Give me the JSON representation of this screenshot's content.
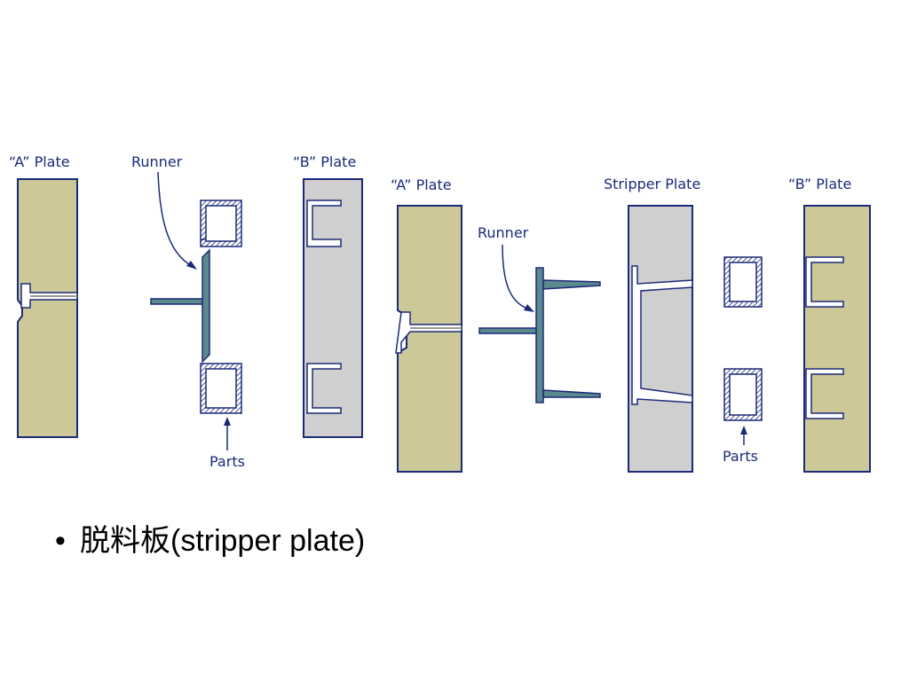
{
  "diagram": {
    "left": {
      "a_plate": "“A” Plate",
      "runner": "Runner",
      "b_plate": "“B” Plate",
      "parts": "Parts"
    },
    "right": {
      "a_plate": "“A” Plate",
      "runner": "Runner",
      "stripper_plate": "Stripper Plate",
      "b_plate": "“B” Plate",
      "parts": "Parts"
    },
    "colors": {
      "plate_khaki": "#cdc898",
      "plate_gray": "#cfcfcf",
      "outline_blue": "#1b2a78",
      "runner_teal": "#5a8a8e",
      "label_blue": "#1b2a78"
    }
  },
  "bullet": {
    "symbol": "•",
    "text": "脱料板(stripper plate)"
  }
}
